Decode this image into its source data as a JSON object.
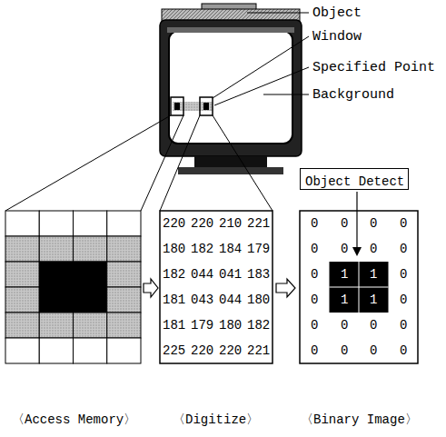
{
  "diagram": {
    "nodes": [
      {
        "text": [
          "Object Detect"
        ]
      }
    ],
    "labels": [
      "Object",
      "Window",
      "Specified Point",
      "Background",
      "220",
      "220",
      "210",
      "221",
      "180",
      "182",
      "184",
      "179",
      "182",
      "044",
      "041",
      "183",
      "181",
      "043",
      "044",
      "180",
      "181",
      "179",
      "180",
      "182",
      "225",
      "220",
      "220",
      "221",
      "0",
      "0",
      "0",
      "0",
      "0",
      "0",
      "0",
      "0",
      "0",
      "1",
      "1",
      "0",
      "0",
      "1",
      "1",
      "0",
      "0",
      "0",
      "0",
      "0",
      "0",
      "0",
      "0",
      "0",
      "〈Access Memory〉",
      "〈Digitize〉",
      "〈Binary Image〉"
    ]
  }
}
